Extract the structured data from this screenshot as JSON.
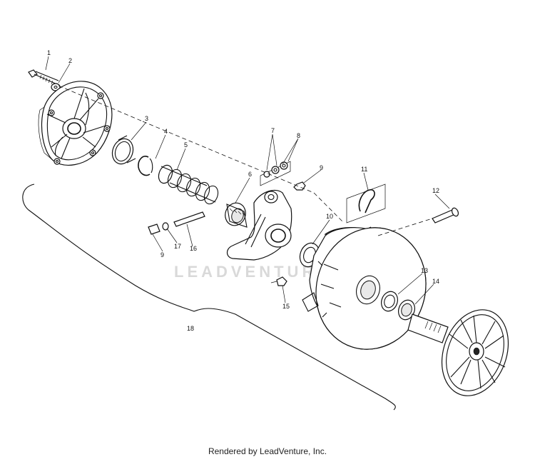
{
  "watermark": "LEADVENTURE",
  "footer": "Rendered by LeadVenture, Inc.",
  "callouts": {
    "c1": "1",
    "c2": "2",
    "c3": "3",
    "c4": "4",
    "c5": "5",
    "c6": "6",
    "c7": "7",
    "c8": "8",
    "c9a": "9",
    "c9b": "9",
    "c10": "10",
    "c11": "11",
    "c12": "12",
    "c13": "13",
    "c14": "14",
    "c15": "15",
    "c16": "16",
    "c17": "17",
    "c18": "18"
  }
}
